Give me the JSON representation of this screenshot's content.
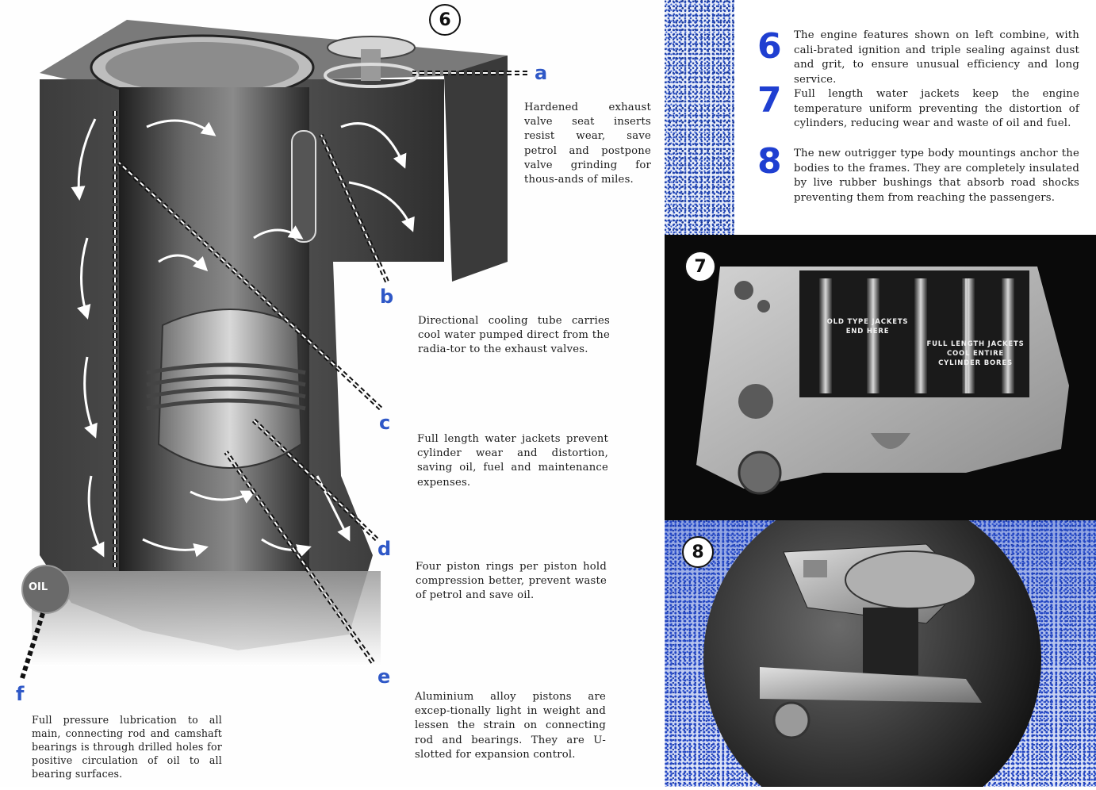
{
  "left": {
    "badge_number": "6",
    "callouts": {
      "a": "a",
      "b": "b",
      "c": "c",
      "d": "d",
      "e": "e",
      "f": "f"
    },
    "oil_label": "OIL",
    "captions": {
      "a": "Hardened exhaust valve seat inserts resist wear, save petrol and postpone valve grinding for thous-ands of miles.",
      "b": "Directional cooling tube carries cool water pumped direct from the radia-tor to the exhaust valves.",
      "c": "Full length water jackets prevent cylinder wear and distortion, saving oil, fuel and maintenance expenses.",
      "d": "Four piston rings per piston hold compression better, prevent waste of petrol and save oil.",
      "e": "Aluminium alloy pistons are excep-tionally light in weight and lessen the strain on connecting rod and bearings. They are U-slotted for expansion control.",
      "f": "Full pressure lubrication to all main, connecting rod and camshaft bearings is through drilled holes for positive circulation of oil to all bearing surfaces."
    }
  },
  "right": {
    "features": [
      {
        "number": "6",
        "text": "The engine features shown on left combine, with cali-brated ignition and triple sealing against dust and grit, to ensure unusual efficiency and long service."
      },
      {
        "number": "7",
        "text": "Full length water jackets keep the engine temperature uniform preventing the distortion of cylinders, reducing wear and waste of oil and fuel."
      },
      {
        "number": "8",
        "text": "The new outrigger type body mountings anchor the bodies to the frames. They are completely insulated by live rubber bushings that absorb road shocks preventing them from reaching the passengers."
      }
    ],
    "photo7": {
      "badge": "7",
      "label_old": "OLD TYPE JACKETS END HERE",
      "label_full": "FULL LENGTH JACKETS COOL ENTIRE CYLINDER BORES"
    },
    "photo8": {
      "badge": "8"
    }
  },
  "colors": {
    "accent_blue": "#1f3fd1",
    "callout_blue": "#2f58c7",
    "speckle_blue": "#2144c2"
  }
}
